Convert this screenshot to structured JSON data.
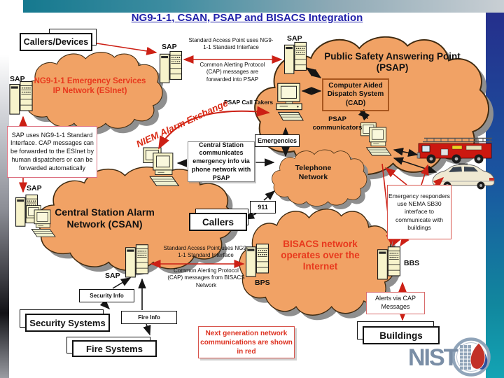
{
  "slide": {
    "title": "NG9-1-1, CSAN, PSAP and BISACS Integration",
    "logo_text": "NIST"
  },
  "colors": {
    "cloud_fill": "#F1A265",
    "red_accent": "#CC2015",
    "red_text": "#E8391D",
    "title_navy": "#2222AA",
    "nist_slate": "#7A8EA6"
  },
  "clouds": {
    "esinet": "NG9-1-1 Emergency Services IP Network (ESInet)",
    "psap": "Public Safety Answering Point (PSAP)",
    "telephone": "Telephone Network",
    "csan": "Central Station Alarm Network (CSAN)",
    "bisacs": "BISACS network operates over the Internet"
  },
  "boxes": {
    "callers_devices": "Callers/Devices",
    "cad": "Computer Aided Dispatch System (CAD)",
    "sap_uses": "SAP uses NG9-1-1 Standard Interface. CAP messages can be forwarded to the ESInet by human dispatchers or can be forwarded automatically",
    "central_station_comm": "Central Station communicates emergency info via phone network with PSAP",
    "emergencies": "Emergencies",
    "call_911": "911",
    "callers": "Callers",
    "emergency_responders": "Emergency responders use NEMA SB30 interface to communicate with buildings",
    "security_info": "Security Info",
    "fire_info": "Fire Info",
    "security_systems": "Security Systems",
    "fire_systems": "Fire Systems",
    "next_gen": "Next generation network communications are shown in red",
    "alerts_cap": "Alerts via CAP Messages",
    "buildings": "Buildings"
  },
  "labels": {
    "sap_esinet_left": "SAP",
    "sap_esinet_right": "SAP",
    "sap_psap": "SAP",
    "sap_csan": "SAP",
    "sap_bisacs": "SAP",
    "bps": "BPS",
    "bbs": "BBS",
    "psap_call_takers": "PSAP Call Takers",
    "niem": "NIEM Alarm Exchange",
    "psap_communicators": "PSAP communicators",
    "std_access_top": "Standard Access Point uses NG9-1-1 Standard Interface",
    "cap_into_psap": "Common Alerting Protocol (CAP) messages are forwarded into PSAP",
    "std_access_bottom": "Standard Access Point uses NG9-1-1 Standard Interface",
    "cap_from_bisacs": "Common Alerting Protocol (CAP) messages from BISACS Network"
  },
  "icons": {
    "server": "server-tower-icon",
    "desktop": "desktop-computer-icon",
    "fire_truck": "fire-truck-icon",
    "police_car": "police-car-icon",
    "nist_emblem": "nist-emblem-icon"
  }
}
